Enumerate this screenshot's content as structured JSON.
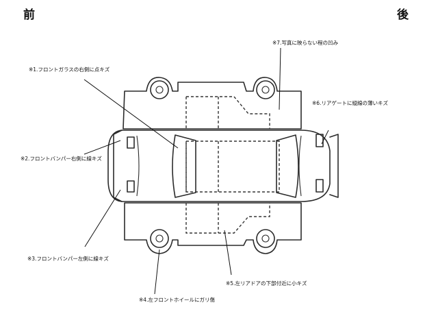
{
  "header": {
    "front": "前",
    "rear": "後"
  },
  "damage_notes": [
    {
      "id": "n1",
      "text": "※1.フロントガラスの右側に点キズ"
    },
    {
      "id": "n2",
      "text": "※2.フロントバンパー右側に線キズ"
    },
    {
      "id": "n3",
      "text": "※3.フロントバンパー左側に線キズ"
    },
    {
      "id": "n4",
      "text": "※4.左フロントホイールにガリ傷"
    },
    {
      "id": "n5",
      "text": "※5.左リアドアの下部付近に小キズ"
    },
    {
      "id": "n6",
      "text": "※6.リアゲートに縦線の薄いキズ"
    },
    {
      "id": "n7",
      "text": "※7.写真に映らない程の凹み"
    }
  ]
}
